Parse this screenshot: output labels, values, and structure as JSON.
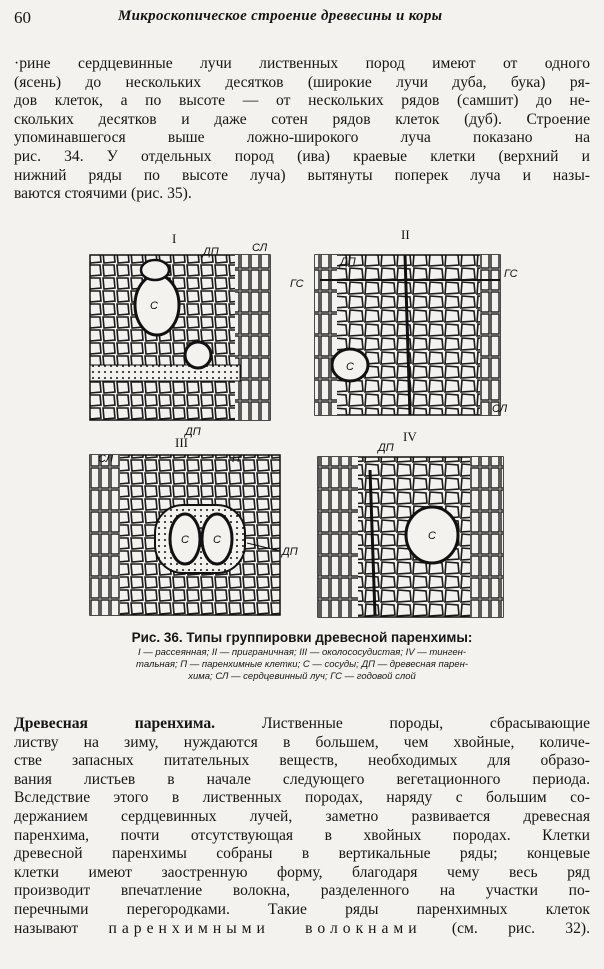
{
  "header": {
    "page_number": "60",
    "running_title": "Микроскопическое строение древесины и коры"
  },
  "para1": [
    "·рине сердцевинные лучи лиственных пород имеют от одного",
    "(ясень) до нескольких десятков (широкие лучи дуба, бука) ря-",
    "дов клеток, а по высоте — от нескольких рядов (самшит) до не-",
    "скольких десятков и даже сотен рядов клеток (дуб). Строение",
    "упоминавшегося выше ложно-широкого луча показано на",
    "рис. 34. У отдельных пород (ива) краевые клетки (верхний и",
    "нижний ряды по высоте луча) вытянуты поперек луча и назы-",
    "ваются стоячими (рис. 35)."
  ],
  "figure": {
    "panels": {
      "p1": {
        "roman": "I",
        "labels": [
          "ДП",
          "СЛ",
          "С",
          "ДП"
        ]
      },
      "p2": {
        "roman": "II",
        "labels": [
          "ДП",
          "ГС",
          "ГС",
          "С",
          "СЛ"
        ]
      },
      "p3": {
        "roman": "III",
        "labels": [
          "СЛ",
          "П",
          "С",
          "С",
          "ДП"
        ]
      },
      "p4": {
        "roman": "IV",
        "labels": [
          "ДП",
          "С"
        ]
      }
    },
    "caption_title": "Рис. 36. Типы группировки древесной паренхимы:",
    "caption_lines": [
      "I — рассеянная; II — приграничная; III — околососудистая; IV — тинген-",
      "тальная; П — паренхимные клетки; С — сосуды; ДП — древесная парен-",
      "хима; СЛ — сердцевинный луч; ГС — годовой слой"
    ]
  },
  "para2": {
    "heading": "Древесная паренхима.",
    "first_line_rest": " Лиственные породы, сбрасывающие",
    "lines": [
      "листву на зиму, нуждаются в большем, чем хвойные, количе-",
      "стве запасных питательных веществ, необходимых для образо-",
      "вания листьев в начале следующего вегетационного периода.",
      "Вследствие этого в лиственных породах, наряду с большим со-",
      "держанием сердцевинных лучей, заметно развивается древесная",
      "паренхима, почти отсутствующая в хвойных породах. Клетки",
      "древесной паренхимы собраны в вертикальные ряды; концевые",
      "клетки имеют заостренную форму, благодаря чему весь ряд",
      "производит впечатление волокна, разделенного на участки по-",
      "перечными перегородками. Такие ряды паренхимных клеток"
    ],
    "last_line_start": "называют ",
    "last_line_spaced": "паренхимными волокнами",
    "last_line_end": " (см. рис. 32)."
  }
}
